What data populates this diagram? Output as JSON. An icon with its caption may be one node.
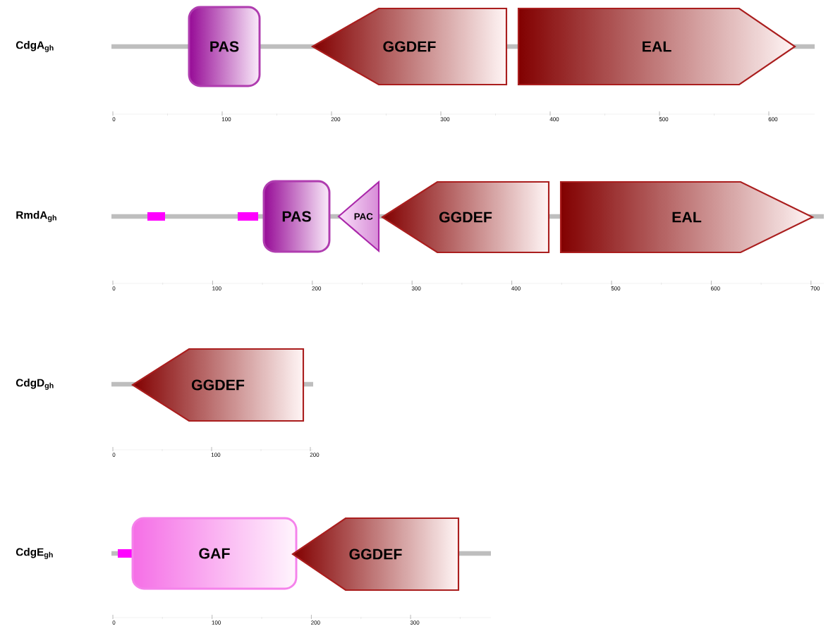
{
  "diagram": {
    "nodes": [
      {
        "text": [
          "PAS"
        ]
      },
      {
        "text": [
          "GGDEF"
        ]
      },
      {
        "text": [
          "EAL"
        ]
      },
      {
        "text": [],
        "shape": "bar"
      },
      {
        "text": [],
        "shape": "bar"
      },
      {
        "text": [
          "PAS"
        ]
      },
      {
        "text": [
          "PAC"
        ]
      },
      {
        "text": [
          "GGDEF"
        ]
      },
      {
        "text": [
          "EAL"
        ]
      },
      {
        "text": [
          "GGDEF"
        ]
      },
      {
        "text": [],
        "shape": "bar"
      },
      {
        "text": [
          "GAF"
        ]
      },
      {
        "text": [
          "GGDEF"
        ]
      }
    ],
    "labels": [
      "CdgA$_{gh}$",
      "0",
      "100",
      "200",
      "300",
      "400",
      "500",
      "600",
      "RmdA$_{gh}$",
      "0",
      "100",
      "200",
      "300",
      "400",
      "500",
      "600",
      "700",
      "CdgD$_{gh}$",
      "0",
      "100",
      "200",
      "CdgE$_{gh}$",
      "0",
      "100",
      "200",
      "300"
    ]
  }
}
